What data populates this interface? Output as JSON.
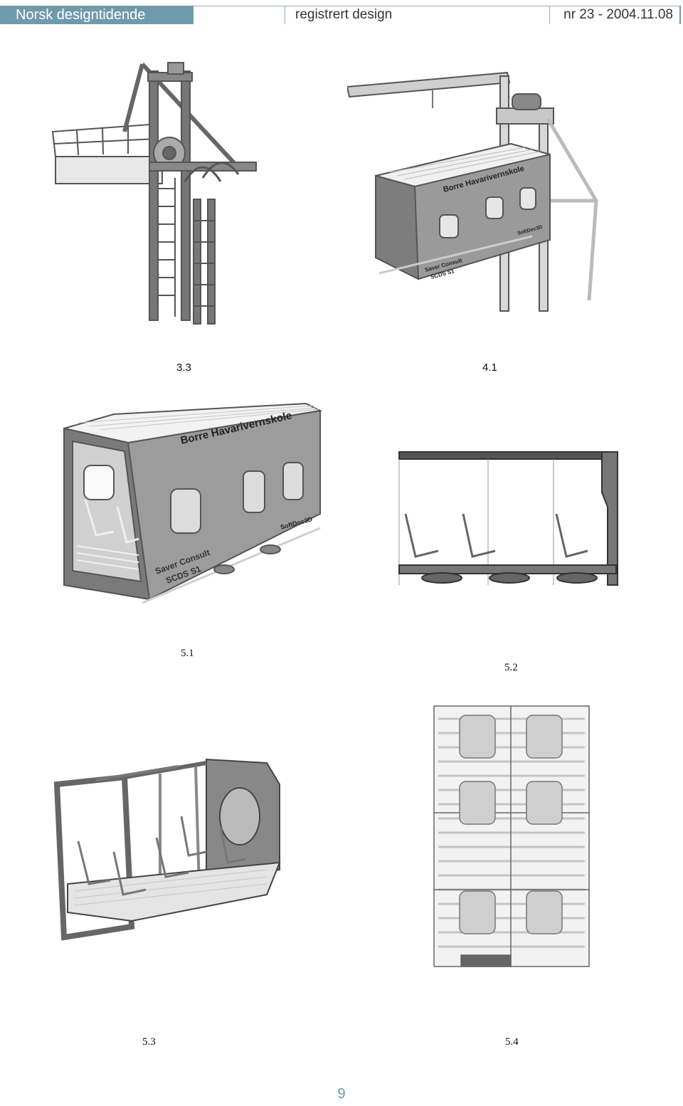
{
  "header": {
    "publication": "Norsk designtidende",
    "section": "registrert design",
    "issue": "nr 23 - 2004.11.08"
  },
  "figures": [
    {
      "caption": "3.3",
      "icon": "lifting-tower-with-ladder-illustration"
    },
    {
      "caption": "4.1",
      "icon": "crane-with-cabin-illustration"
    },
    {
      "caption": "5.1",
      "icon": "cabin-perspective-illustration",
      "cabin_text": "Borre Havarivernskole",
      "brand_text": "Saver Consult",
      "model_text": "SCDS S1",
      "software_text": "SoftDoc3D"
    },
    {
      "caption": "5.2",
      "icon": "cabin-side-section-illustration"
    },
    {
      "caption": "5.3",
      "icon": "cabin-open-interior-illustration"
    },
    {
      "caption": "5.4",
      "icon": "cabin-top-view-illustration"
    }
  ],
  "figure_labels": {
    "fig41_cabin": "Borre Havarivernskole",
    "fig41_brand": "Saver Consult",
    "fig41_model": "SCDS S1",
    "fig41_software": "SoftDoc3D"
  },
  "page_number": "9",
  "colors": {
    "accent": "#6e9aac"
  }
}
